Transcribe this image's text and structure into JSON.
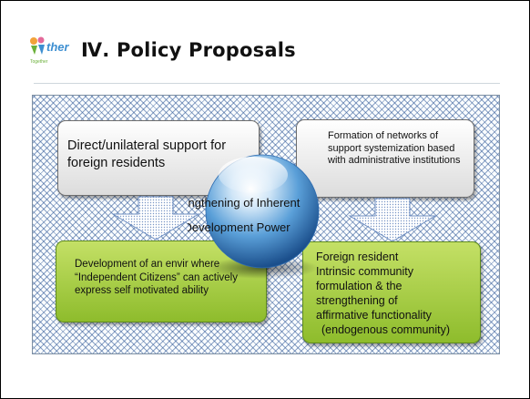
{
  "header": {
    "logo_text": "Together",
    "title": "Ⅳ. Policy Proposals"
  },
  "diagram": {
    "top_left": "Direct/unilateral support for foreign residents",
    "top_right": "Formation of networks of support systemization based with administrative institutions",
    "center_line1": "Strengthening of Inherent",
    "center_line2": "Development Power",
    "bottom_left": "Development of an envir where “Independent Citizens” can actively express self motivated ability",
    "bottom_right_lines": [
      "Foreign resident",
      "Intrinsic community",
      "formulation & the",
      "strengthening of",
      "affirmative functionality",
      "(endogenous community)"
    ]
  },
  "colors": {
    "pattern": "#305896",
    "green_top": "#c4e066",
    "green_bottom": "#8ebc2c",
    "sphere": "#4a90d0"
  }
}
